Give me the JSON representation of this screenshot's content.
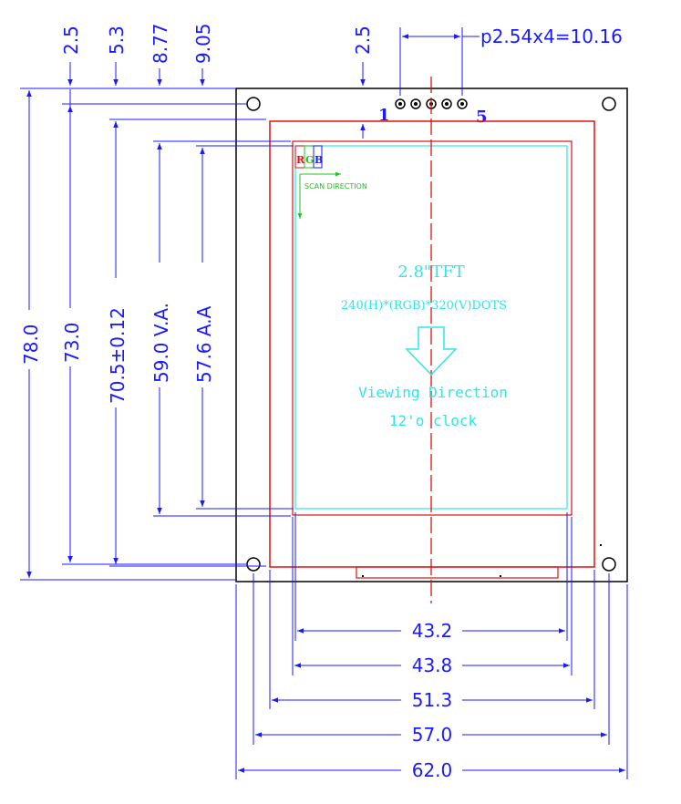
{
  "pin_pitch": "p2.54x4=10.16",
  "pin_first": "1",
  "pin_last": "5",
  "rgb": {
    "r": "R",
    "g": "G",
    "b": "B"
  },
  "scan_direction": "SCAN DIRECTION",
  "display": {
    "size": "2.8\"TFT",
    "resolution": "240(H)*(RGB)*320(V)DOTS",
    "viewing_label": "Viewing Direction",
    "viewing_value": "12'o clock"
  },
  "top_dims": {
    "a": "2.5",
    "b": "5.3",
    "c": "8.77",
    "d": "9.05",
    "e": "2.5"
  },
  "vertical_dims": {
    "outline": "78.0",
    "holes": "73.0",
    "frame": "70.5±0.12",
    "va": "59.0 V.A.",
    "aa": "57.6 A.A"
  },
  "horizontal_dims": {
    "aa": "43.2",
    "va": "43.8",
    "frame": "51.3",
    "holes": "57.0",
    "outline": "62.0"
  },
  "colors": {
    "dimension": "#1a1aff",
    "outline": "#000000",
    "frame": "#e01010",
    "screen": "#2ee6e6",
    "scan": "#22c022"
  }
}
